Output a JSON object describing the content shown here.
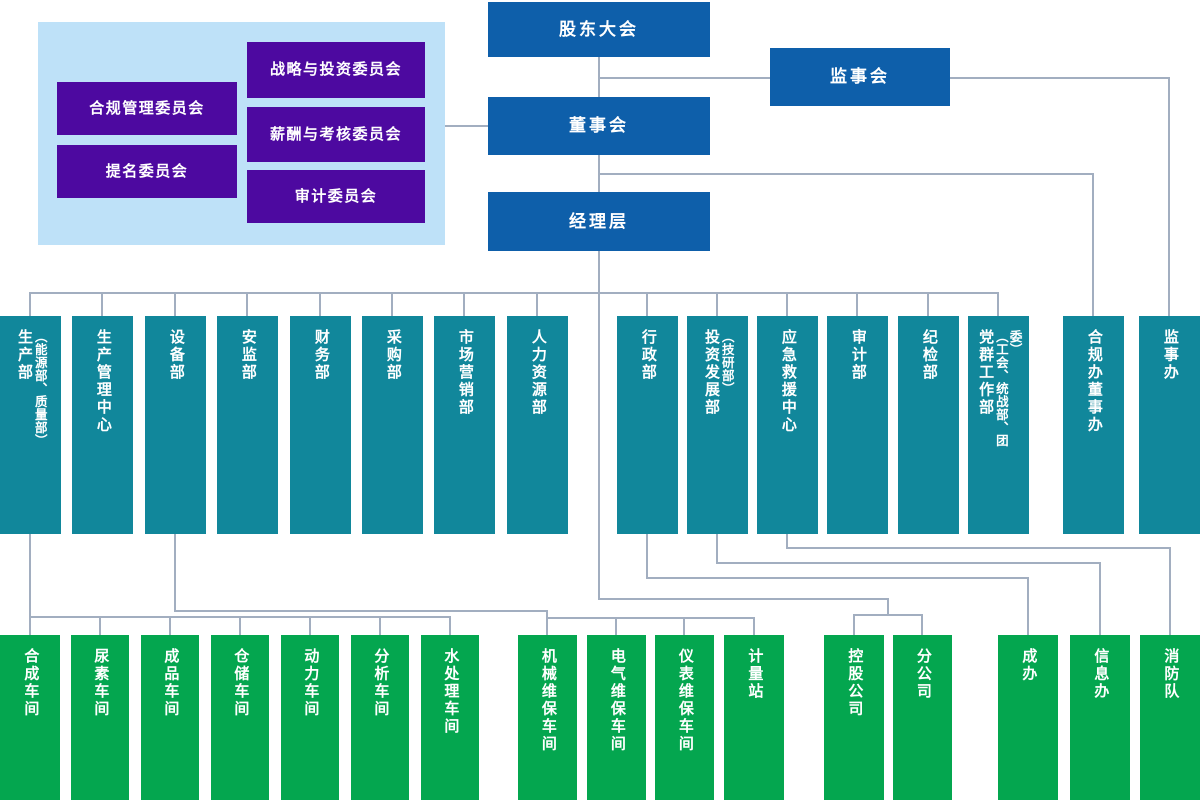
{
  "colors": {
    "governance_blue": "#0E5FAA",
    "department_teal": "#11879B",
    "unit_green": "#04A64F",
    "committee_purple": "#4D09A0",
    "committee_panel_bg": "#BEE1F8",
    "connector_gray": "#A2AEC0",
    "text_white": "#FFFFFF"
  },
  "governance": {
    "shareholders": "股东大会",
    "supervisory_board": "监事会",
    "board": "董事会",
    "management": "经理层"
  },
  "committees": [
    {
      "id": "compliance-mgmt-committee",
      "label": "合规管理委员会"
    },
    {
      "id": "nomination-committee",
      "label": "提名委员会"
    },
    {
      "id": "strategy-investment-committee",
      "label": "战略与投资委员会"
    },
    {
      "id": "remuneration-assessment-committee",
      "label": "薪酬与考核委员会"
    },
    {
      "id": "audit-committee",
      "label": "审计委员会"
    }
  ],
  "departments": [
    {
      "id": "production-dept",
      "label": "生产部",
      "sub": "（能源部、质量部）"
    },
    {
      "id": "production-mgmt-center",
      "label": "生产管理中心"
    },
    {
      "id": "equipment-dept",
      "label": "设备部"
    },
    {
      "id": "safety-supervision-dept",
      "label": "安监部"
    },
    {
      "id": "finance-dept",
      "label": "财务部"
    },
    {
      "id": "procurement-dept",
      "label": "采购部"
    },
    {
      "id": "marketing-dept",
      "label": "市场营销部"
    },
    {
      "id": "hr-dept",
      "label": "人力资源部"
    },
    {
      "id": "admin-dept",
      "label": "行政部"
    },
    {
      "id": "investment-dev-dept",
      "label": "投资发展部",
      "sub": "（技研部）"
    },
    {
      "id": "emergency-rescue-center",
      "label": "应急救援中心"
    },
    {
      "id": "audit-dept",
      "label": "审计部"
    },
    {
      "id": "discipline-inspection-dept",
      "label": "纪检部"
    },
    {
      "id": "party-mass-work-dept",
      "label": "党群工作部",
      "sub": "（工会、统战部、团委）"
    }
  ],
  "direct_offices": [
    {
      "id": "compliance-board-office",
      "label": "合规办董事办"
    },
    {
      "id": "supervisory-office",
      "label": "监事办"
    }
  ],
  "workshops": [
    {
      "id": "synthesis-workshop",
      "label": "合成车间"
    },
    {
      "id": "urea-workshop",
      "label": "尿素车间"
    },
    {
      "id": "finished-product-workshop",
      "label": "成品车间"
    },
    {
      "id": "warehousing-workshop",
      "label": "仓储车间"
    },
    {
      "id": "power-workshop",
      "label": "动力车间"
    },
    {
      "id": "analysis-workshop",
      "label": "分析车间"
    },
    {
      "id": "water-treatment-workshop",
      "label": "水处理车间"
    }
  ],
  "maintenance_units": [
    {
      "id": "mechanical-maintenance-workshop",
      "label": "机械维保车间"
    },
    {
      "id": "electrical-maintenance-workshop",
      "label": "电气维保车间"
    },
    {
      "id": "instrument-maintenance-workshop",
      "label": "仪表维保车间"
    },
    {
      "id": "metering-station",
      "label": "计量站"
    }
  ],
  "companies": [
    {
      "id": "holding-company",
      "label": "控股公司"
    },
    {
      "id": "branch-company",
      "label": "分公司"
    }
  ],
  "offices": [
    {
      "id": "cheng-office",
      "label": "成办"
    },
    {
      "id": "information-office",
      "label": "信息办"
    },
    {
      "id": "fire-brigade",
      "label": "消防队"
    }
  ]
}
